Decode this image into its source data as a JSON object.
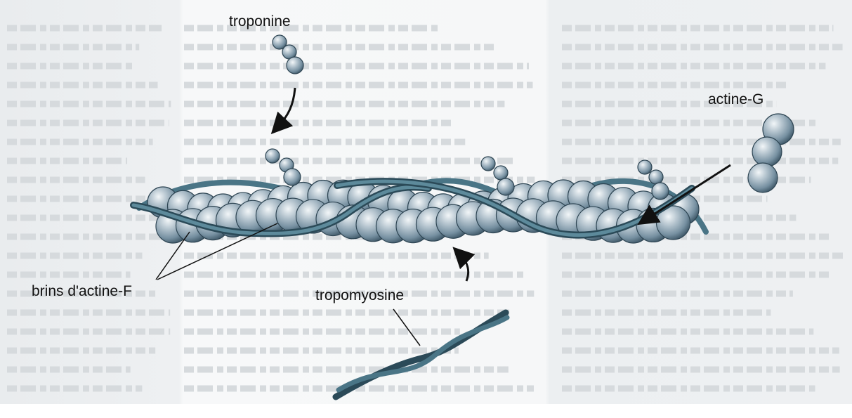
{
  "labels": {
    "troponine": "troponine",
    "actine_g": "actine-G",
    "brins_actine_f": "brins d'actine-F",
    "tropomyosine": "tropomyosine"
  },
  "colors": {
    "sphere_light": "#e4ebf0",
    "sphere_mid": "#8fa4b3",
    "sphere_dark": "#3f5868",
    "strand": "#4a7586",
    "strand_dark": "#2b4a58",
    "background_text": "#d2d6d9"
  }
}
